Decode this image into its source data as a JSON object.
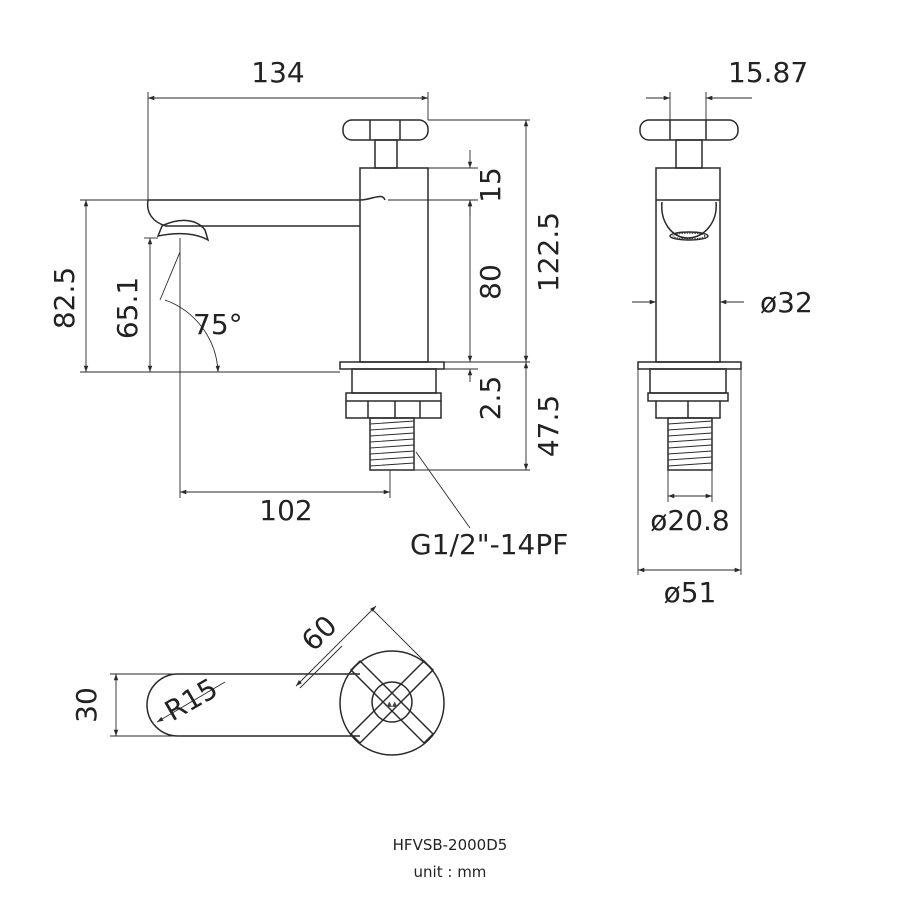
{
  "dimensions": {
    "width_total": "134",
    "handle_thickness": "15.87",
    "top_gap": "15",
    "body_height": "80",
    "overall_height": "122.5",
    "spout_height": "82.5",
    "outlet_height": "65.1",
    "angle": "75°",
    "base_plate": "2.5",
    "thread_length": "47.5",
    "outlet_reach": "102",
    "thread_spec": "G1/2\"-14PF",
    "body_diameter": "ø32",
    "thread_diameter": "ø20.8",
    "base_diameter": "ø51",
    "handle_span": "60",
    "spout_width": "30",
    "spout_radius": "R15"
  },
  "caption": {
    "model": "HFVSB-2000D5",
    "unit": "unit : mm"
  }
}
